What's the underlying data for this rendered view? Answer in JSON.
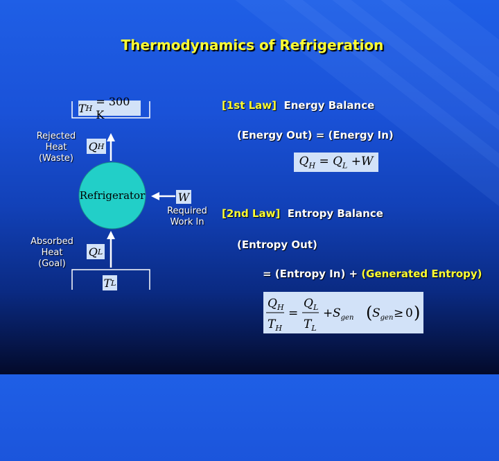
{
  "title": "Thermodynamics of Refrigeration",
  "diagram": {
    "hot_reservoir": "T_H = 300 K",
    "hot_T_sym": "T",
    "hot_T_sub": "H",
    "hot_T_val": "= 300 K",
    "cold_T_sym": "T",
    "cold_T_sub": "L",
    "refrigerator": "Refrigerator",
    "qh_sym": "Q",
    "qh_sub": "H",
    "ql_sym": "Q",
    "ql_sub": "L",
    "w_sym": "W",
    "rejected": [
      "Rejected",
      "Heat",
      "(Waste)"
    ],
    "absorbed": [
      "Absorbed",
      "Heat",
      "(Goal)"
    ],
    "work": [
      "Required",
      "Work In"
    ]
  },
  "first_law": {
    "tag": "[1st Law]",
    "label": "Energy Balance",
    "statement": "(Energy Out) = (Energy In)"
  },
  "second_law": {
    "tag": "[2nd Law]",
    "label": "Entropy Balance",
    "statement_1": "(Entropy Out)",
    "statement_2a": "= (Entropy In) +",
    "statement_2b": "(Generated Entropy)"
  },
  "colors": {
    "accent": "#ffff33",
    "circle": "#22cfc8",
    "eqbox": "#d2e2f8"
  }
}
